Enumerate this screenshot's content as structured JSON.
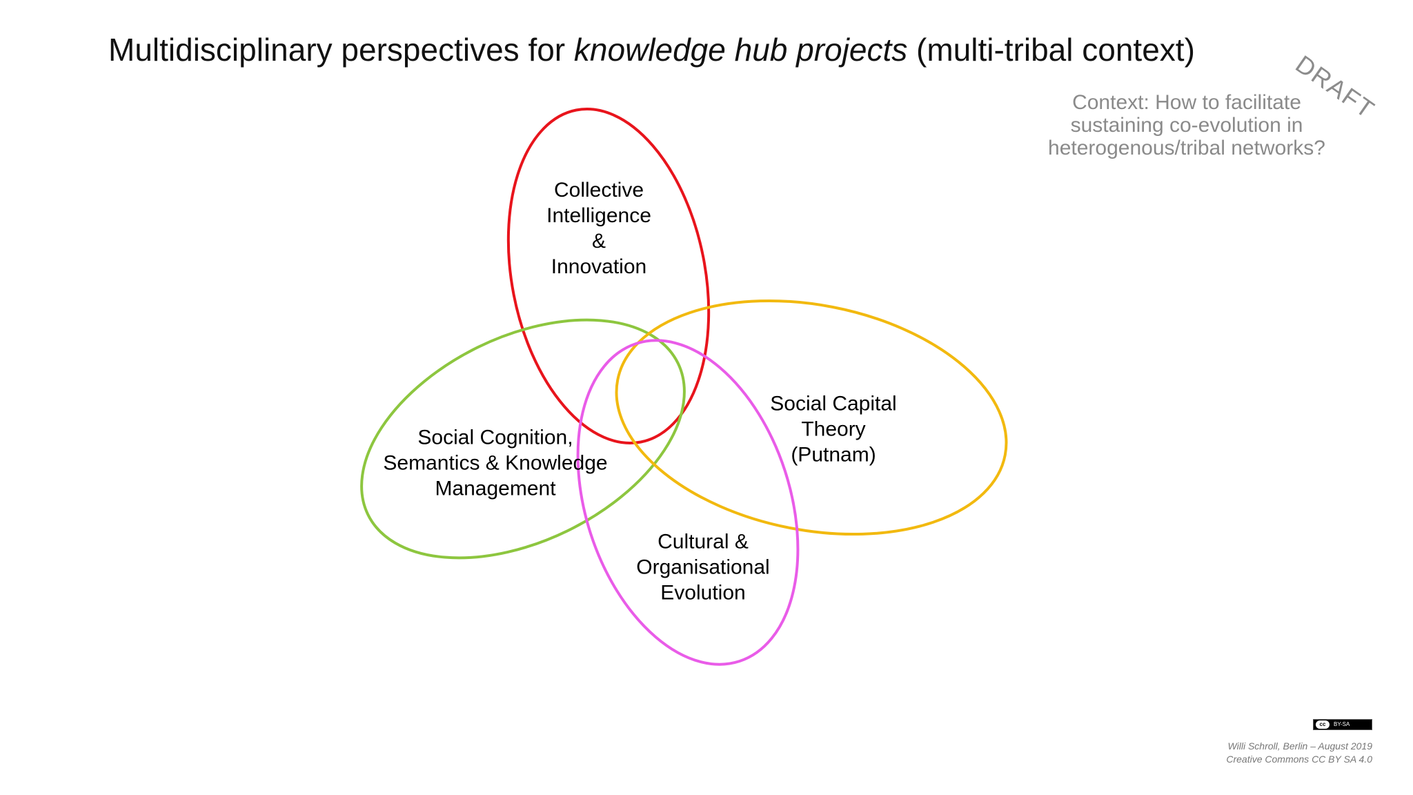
{
  "title": {
    "prefix": "Multidisciplinary perspectives for ",
    "emphasis": "knowledge hub projects",
    "suffix": " (multi-tribal context)"
  },
  "watermark": "DRAFT",
  "context_note": "Context: How to facilitate\nsustaining co-evolution in\nheterogenous/tribal networks?",
  "perspectives": [
    {
      "label": "Collective\nIntelligence\n&\nInnovation",
      "color": "#e8141c"
    },
    {
      "label": "Social Cognition,\nSemantics & Knowledge\nManagement",
      "color": "#8dc63f"
    },
    {
      "label": "Social Capital\nTheory\n(Putnam)",
      "color": "#f2b90f"
    },
    {
      "label": "Cultural &\nOrganisational\nEvolution",
      "color": "#e95ce8"
    }
  ],
  "license_badge": {
    "icon": "cc",
    "text": "BY-SA"
  },
  "footer": {
    "author_line": "Willi Schroll, Berlin – August 2019",
    "license_line": "Creative Commons CC BY SA 4.0"
  }
}
